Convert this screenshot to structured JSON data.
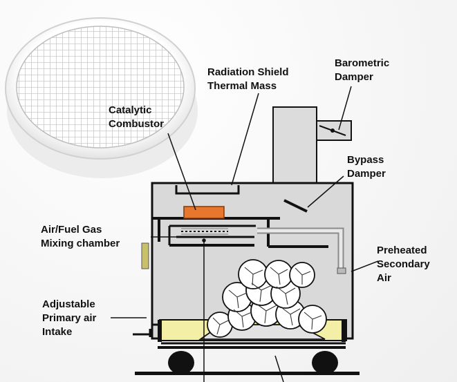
{
  "labels": {
    "radiation_shield": "Radiation Shield\nThermal Mass",
    "barometric_damper": "Barometric\nDamper",
    "catalytic_combustor": "Catalytic\nCombustor",
    "bypass_damper": "Bypass\nDamper",
    "mixing_chamber": "Air/Fuel Gas\nMixing chamber",
    "preheated_air": "Preheated\nSecondary\nAir",
    "primary_air": "Adjustable\nPrimary air\nIntake"
  },
  "colors": {
    "stove_fill": "#d9d9d9",
    "outline": "#111111",
    "combustor": "#e8772e",
    "ash_tray": "#f3efa6",
    "handle": "#c9c06a",
    "logs": "#ffffff"
  },
  "icons": [
    "catalytic-honeycomb-icon",
    "wood-log-icon",
    "wheel-icon"
  ]
}
